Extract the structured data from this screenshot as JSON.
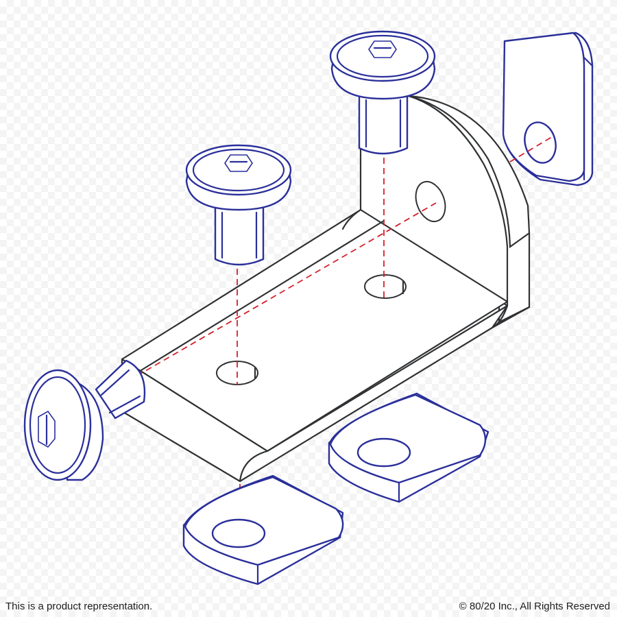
{
  "image": {
    "subject": "exploded isometric assembly drawing of a bracket with three button-head socket screws and three T-nuts",
    "colors": {
      "bracket_outline": "#2f3133",
      "hardware_outline": "#2a2f9a",
      "assembly_lines": "#d3202a",
      "background": "#ffffff"
    }
  },
  "footer": {
    "disclaimer": "This is a product representation.",
    "copyright": "© 80/20 Inc., All Rights Reserved"
  }
}
